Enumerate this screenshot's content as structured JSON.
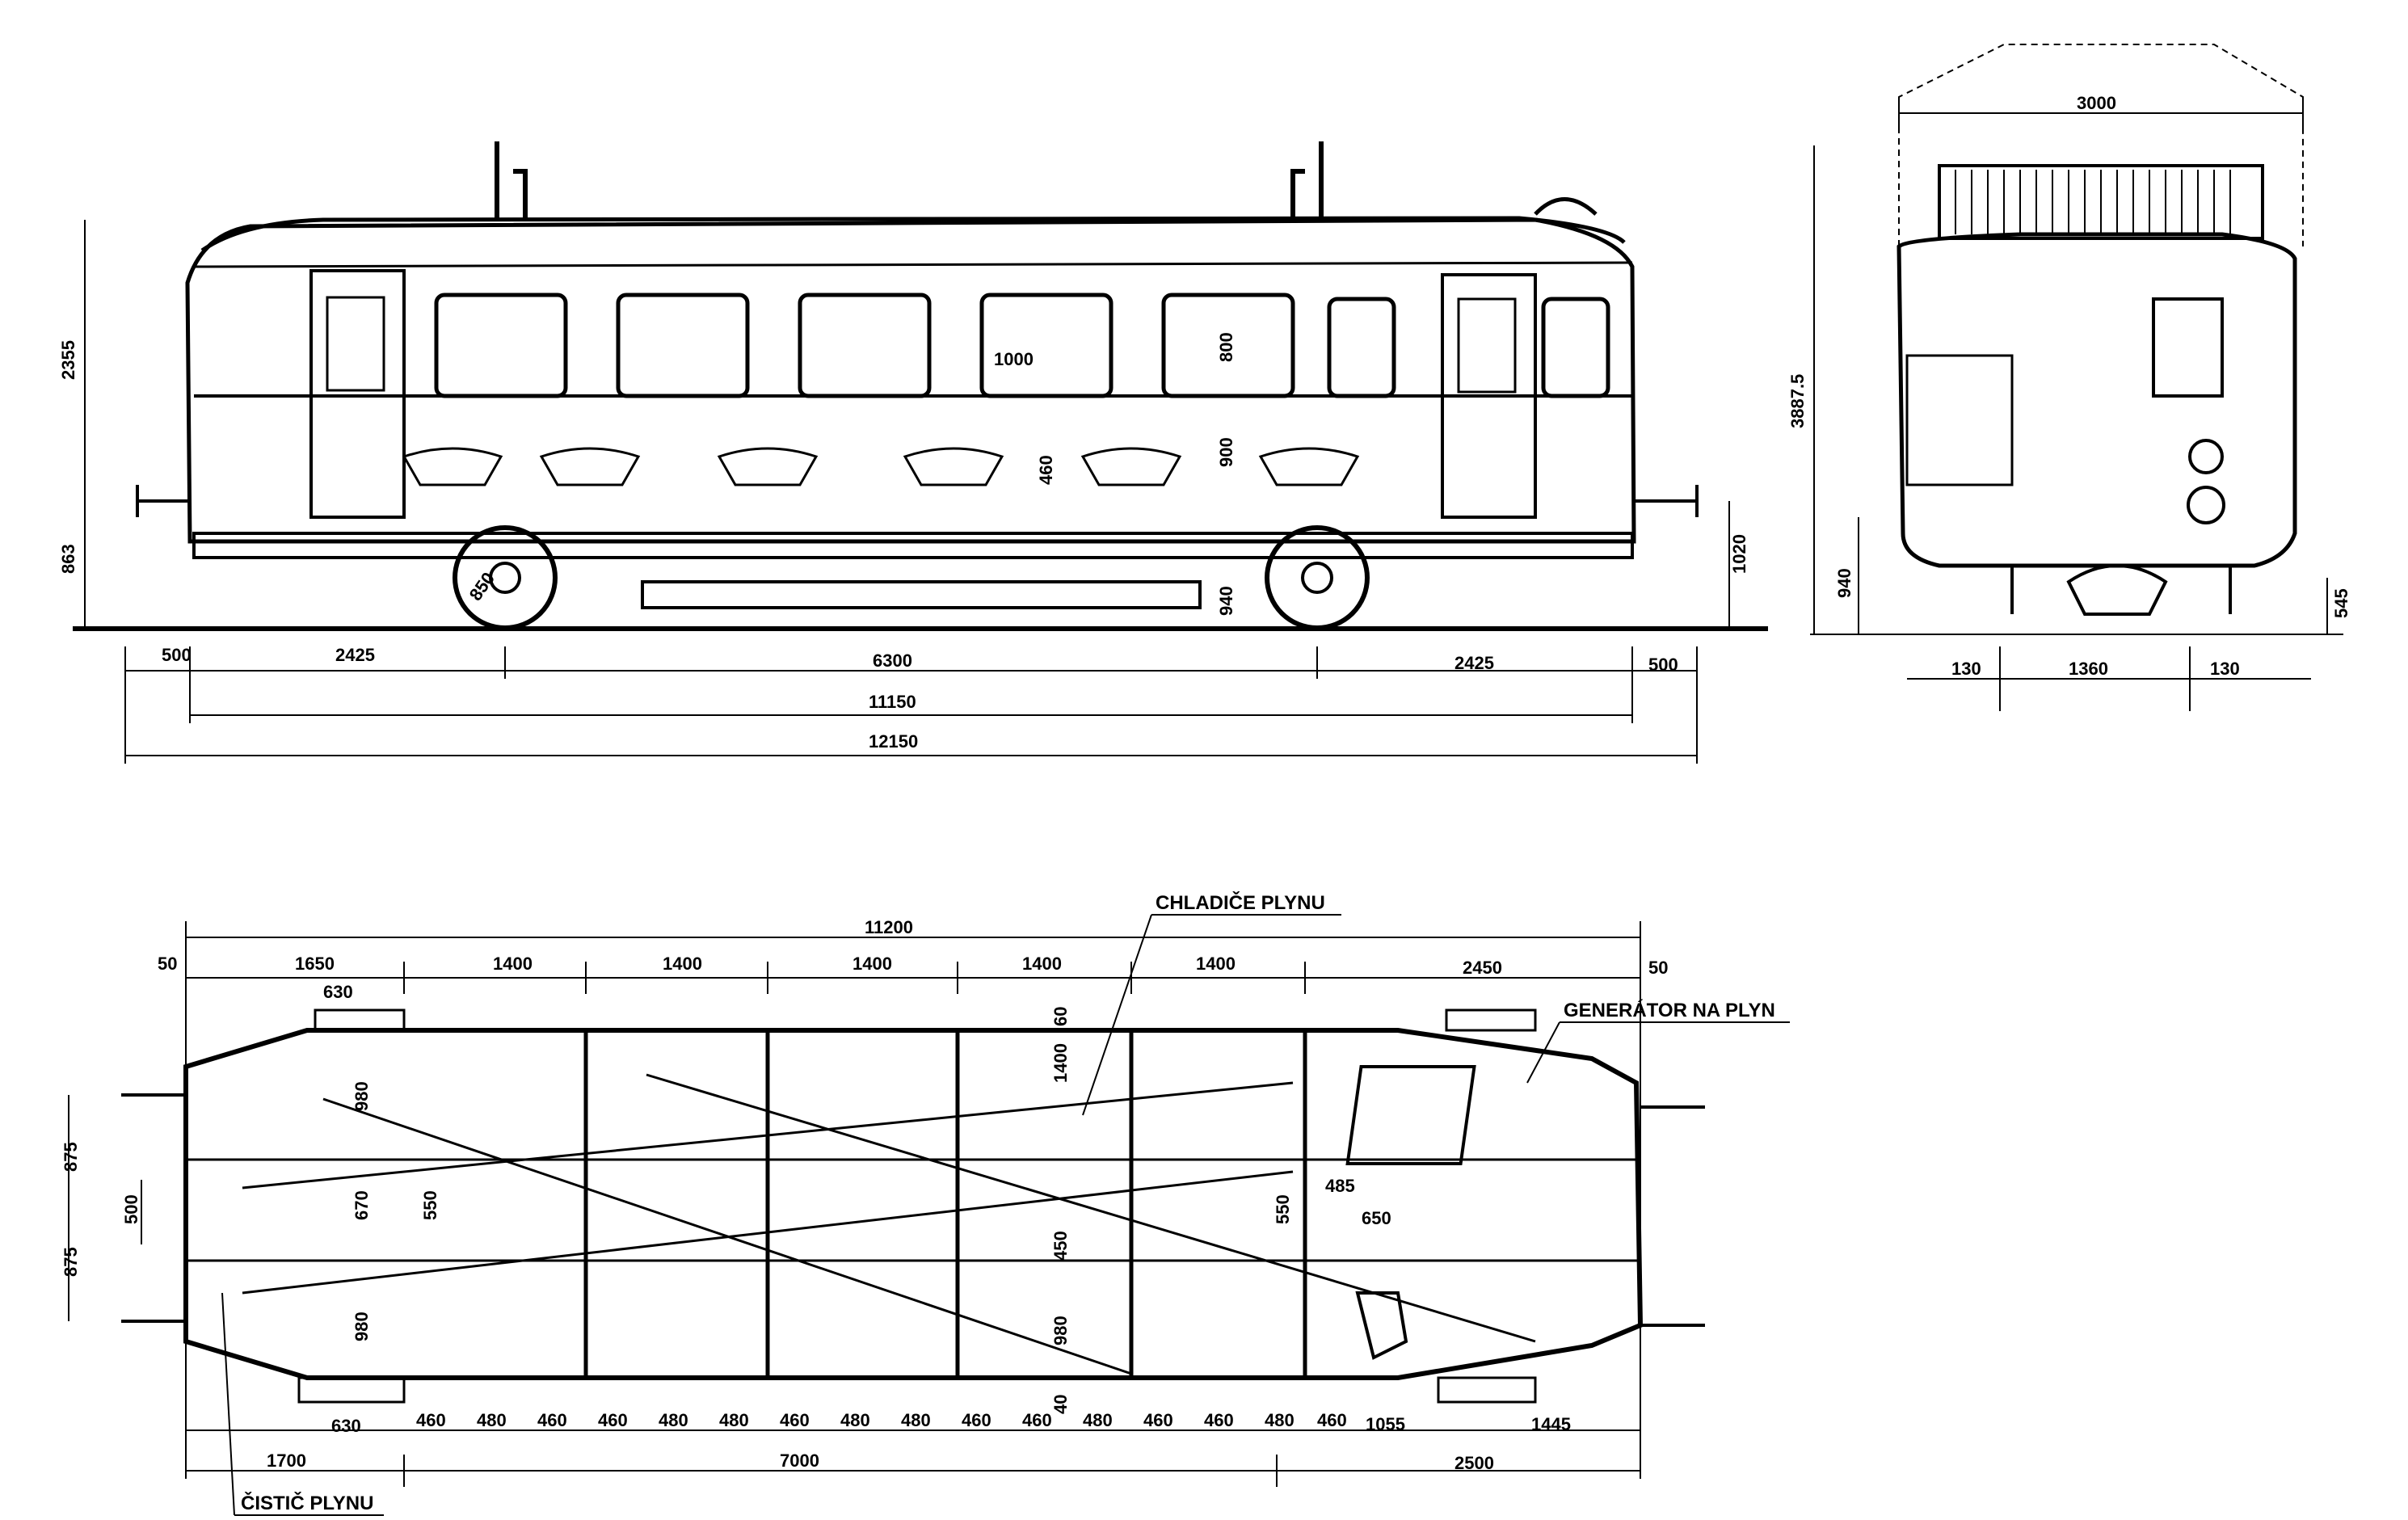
{
  "colors": {
    "ink": "#000000",
    "paper": "#ffffff"
  },
  "side_view": {
    "horizontal_dims": {
      "end_left": "500",
      "axle_left": "2425",
      "wheelbase": "6300",
      "axle_right": "2425",
      "end_right": "500",
      "body_length": "11150",
      "overall_length": "12150"
    },
    "vertical_dims": {
      "upper_height": "2355",
      "lower_height": "863",
      "coupler_height": "1020"
    },
    "inner_dims": {
      "window_width": "1000",
      "window_height": "800",
      "seat_back": "900",
      "seat_height": "460",
      "wheel_dia": "940",
      "wheel_label": "850"
    }
  },
  "end_view": {
    "width": "3000",
    "height": "3887.5",
    "buffer_height": "940",
    "coupler_height": "545",
    "bottom_dims": {
      "left": "130",
      "center": "1360",
      "right": "130"
    }
  },
  "plan_view": {
    "top_dims": {
      "overall": "11200",
      "a": "50",
      "b": "1650",
      "c1": "1400",
      "c2": "1400",
      "c3": "1400",
      "c4": "1400",
      "c5": "1400",
      "d": "2450",
      "e": "50"
    },
    "bottom_dims": [
      "460",
      "480",
      "460",
      "460",
      "480",
      "480",
      "460",
      "480",
      "480",
      "460",
      "460",
      "480",
      "460",
      "460",
      "480",
      "460"
    ],
    "bottom_extra": {
      "left": "1055",
      "right": "1445"
    },
    "bottom_totals": {
      "left": "1700",
      "center": "7000",
      "right": "2500"
    },
    "left_dims": {
      "top": "875",
      "bottom": "875",
      "inner": "500"
    },
    "misc_dims": {
      "d630_top": "630",
      "d630_bottom": "630",
      "d980_top": "980",
      "d980_bottom": "980",
      "d670": "670",
      "d550_left": "550",
      "d60_top": "60",
      "d1400": "1400",
      "d450": "450",
      "d550_right": "550",
      "d485": "485",
      "d650": "650",
      "d980_mid": "980",
      "d40": "40"
    },
    "labels": {
      "gas_coolers": "CHLADIČE PLYNU",
      "generator": "GENERÁTOR NA PLYN",
      "gas_cleaner": "ČISTIČ PLYNU"
    }
  }
}
